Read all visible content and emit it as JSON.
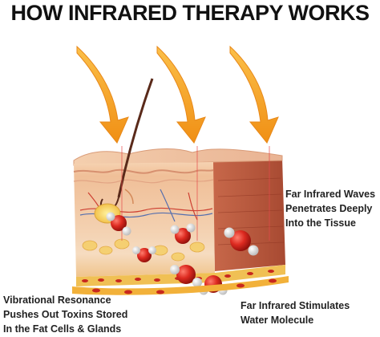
{
  "title": "HOW INFRARED THERAPY WORKS",
  "labels": {
    "far_infrared_waves": [
      "Far Infrared Waves",
      "Penetrates Deeply",
      "Into the Tissue"
    ],
    "vibrational_resonance": [
      "Vibrational Resonance",
      "Pushes Out Toxins Stored",
      "In the Fat Cells & Glands"
    ],
    "far_infrared_stimulates": [
      "Far Infrared Stimulates",
      "Water Molecule"
    ]
  },
  "colors": {
    "arrow_fill": "#f7a21b",
    "arrow_dark": "#e8891a",
    "epidermis": "#f3c9a6",
    "dermis": "#e8a98a",
    "muscle": "#b6563b",
    "fat": "#f5c23a",
    "blood": "#c8281e",
    "oxygen": "#d7261e",
    "hydrogen": "#f2f2f2",
    "ray": "#e64a4a"
  },
  "icons": [
    "infrared-arrow-icon",
    "hair-icon",
    "water-molecule-icon"
  ]
}
